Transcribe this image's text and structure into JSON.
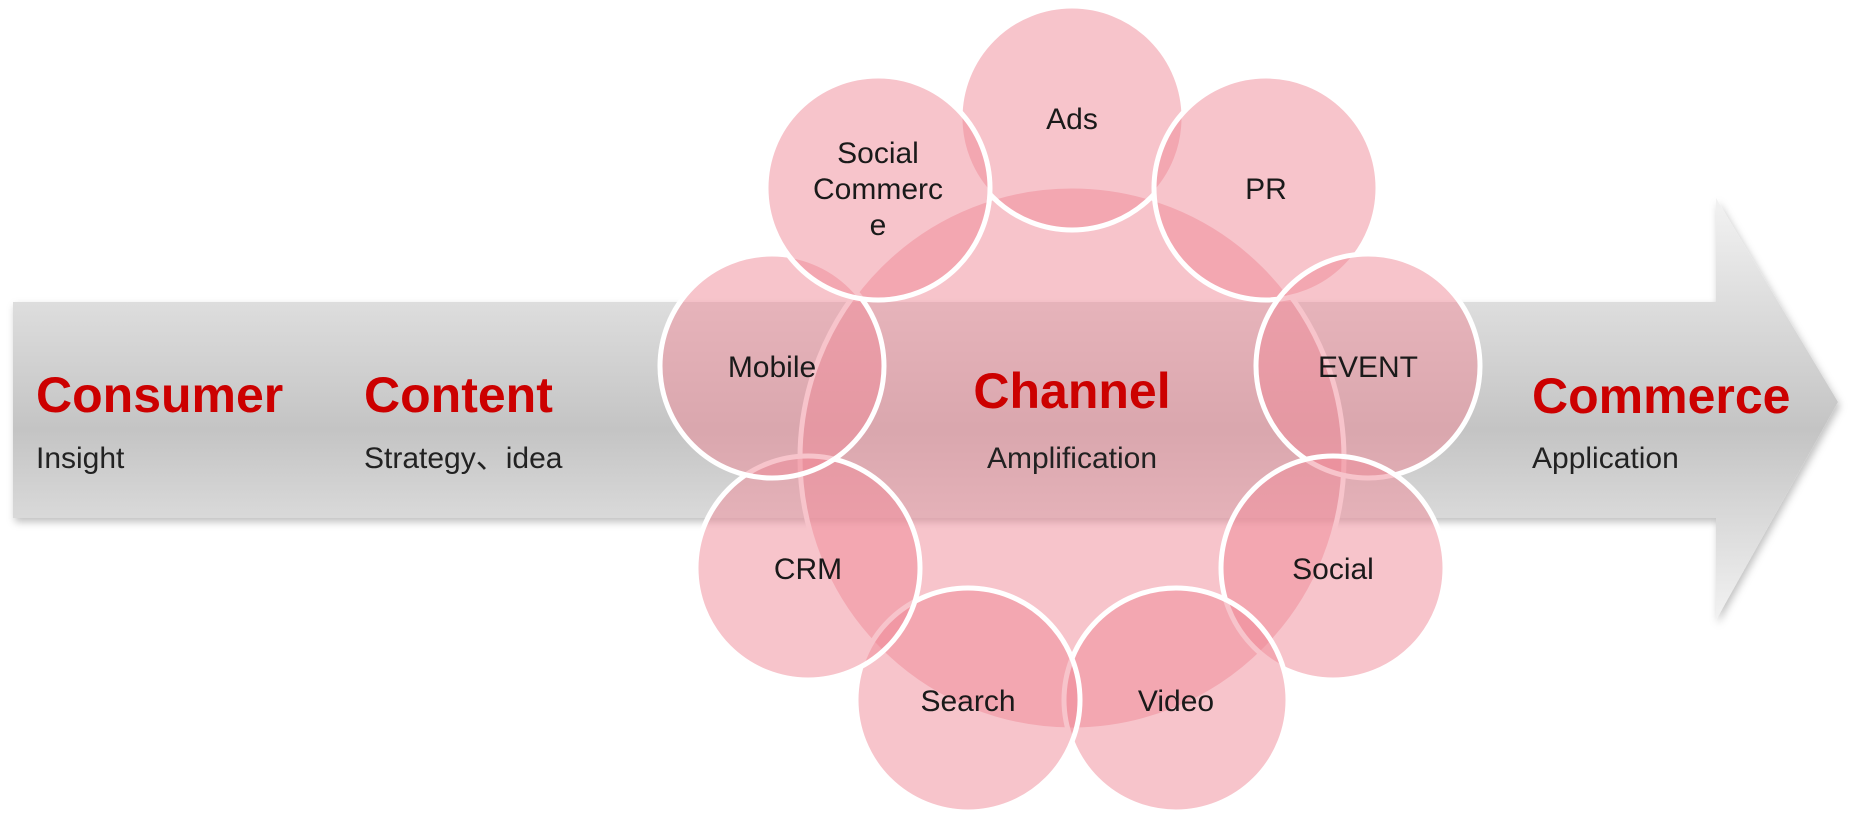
{
  "colors": {
    "accent": "#cc0000",
    "circle_fill": "#f08a98",
    "circle_stroke": "#ffffff",
    "arrow_light": "#f2f2f2",
    "arrow_dark": "#c4c4c4"
  },
  "stages": {
    "consumer": {
      "title": "Consumer",
      "subtitle": "Insight"
    },
    "content": {
      "title": "Content",
      "subtitle": "Strategy、idea"
    },
    "channel": {
      "title": "Channel",
      "subtitle": "Amplification"
    },
    "commerce": {
      "title": "Commerce",
      "subtitle": "Application"
    }
  },
  "channels": [
    {
      "id": "ads",
      "lines": [
        "Ads"
      ]
    },
    {
      "id": "pr",
      "lines": [
        "PR"
      ]
    },
    {
      "id": "event",
      "lines": [
        "EVENT"
      ]
    },
    {
      "id": "social",
      "lines": [
        "Social"
      ]
    },
    {
      "id": "video",
      "lines": [
        "Video"
      ]
    },
    {
      "id": "search",
      "lines": [
        "Search"
      ]
    },
    {
      "id": "crm",
      "lines": [
        "CRM"
      ]
    },
    {
      "id": "mobile",
      "lines": [
        "Mobile"
      ]
    },
    {
      "id": "social-commerce",
      "lines": [
        "Social",
        "Commerc",
        "e"
      ]
    }
  ]
}
